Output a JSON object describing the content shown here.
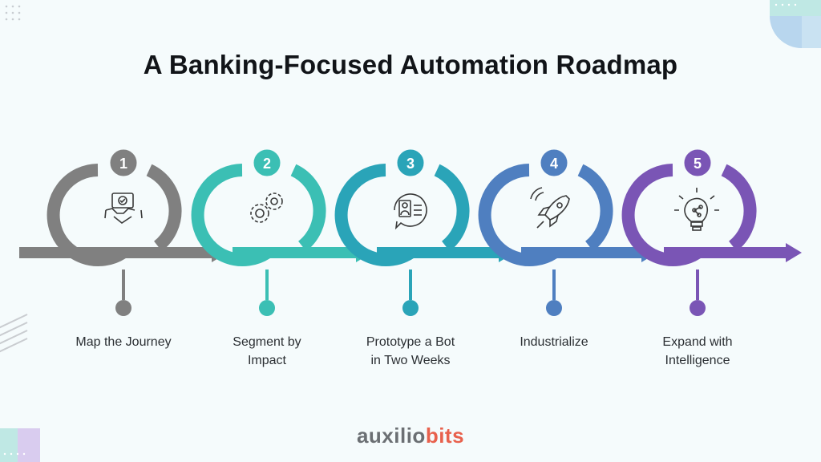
{
  "header": {
    "title": "A Banking-Focused Automation Roadmap"
  },
  "steps": [
    {
      "number": "1",
      "label": "Map the Journey",
      "icon": "handshake-icon",
      "color": "#808080"
    },
    {
      "number": "2",
      "label": "Segment by\nImpact",
      "icon": "gears-icon",
      "color": "#3bbfb4"
    },
    {
      "number": "3",
      "label": "Prototype a Bot\nin Two Weeks",
      "icon": "chat-profile-icon",
      "color": "#2aa4b8"
    },
    {
      "number": "4",
      "label": "Industrialize",
      "icon": "rocket-icon",
      "color": "#4f7fc0"
    },
    {
      "number": "5",
      "label": "Expand with\nIntelligence",
      "icon": "lightbulb-icon",
      "color": "#7a55b5"
    }
  ],
  "brand": {
    "part1": "auxilio",
    "part2": "bits"
  }
}
